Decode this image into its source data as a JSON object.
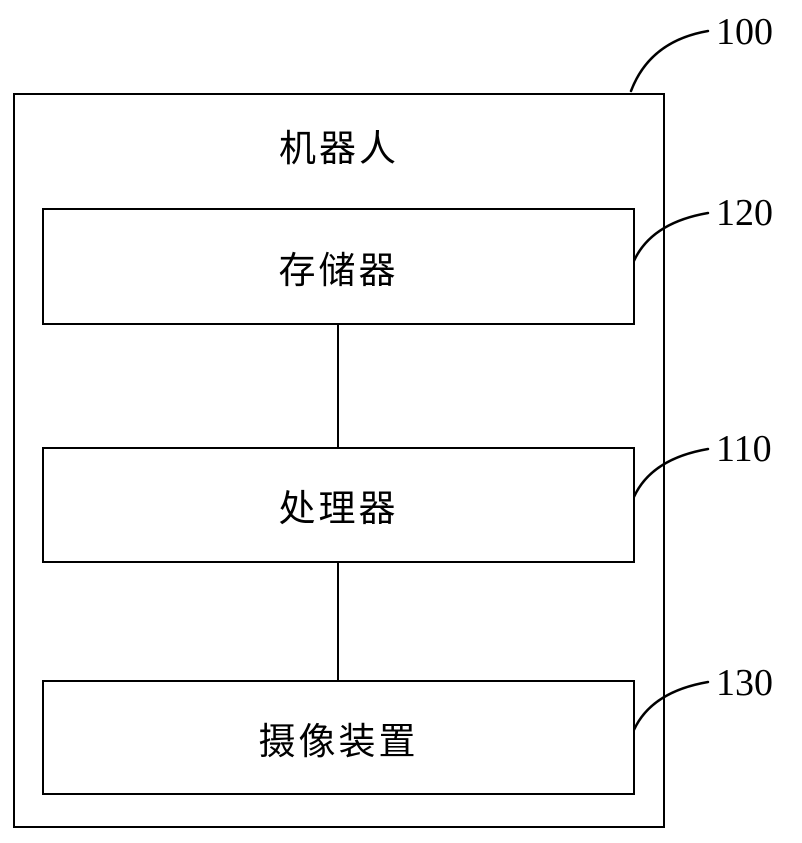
{
  "figure": {
    "container": {
      "label": "机器人",
      "ref": "100"
    },
    "blocks": [
      {
        "label": "存储器",
        "ref": "120"
      },
      {
        "label": "处理器",
        "ref": "110"
      },
      {
        "label": "摄像装置",
        "ref": "130"
      }
    ],
    "colors": {
      "line": "#000000",
      "background": "#ffffff"
    }
  }
}
